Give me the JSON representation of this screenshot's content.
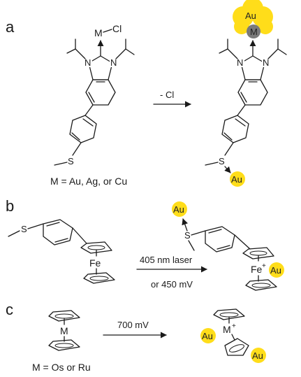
{
  "colors": {
    "gold": "#ffdd1a",
    "metal_gray": "#7a7a7a",
    "ink": "#1a1a1a"
  },
  "panel_a": {
    "letter": "a",
    "reactant": {
      "metal": "M",
      "chloride": "Cl",
      "n_left": "N",
      "n_right": "N",
      "sulfur": "S"
    },
    "arrow_label": "- Cl",
    "caption": "M = Au, Ag, or Cu",
    "product": {
      "cluster": "Au",
      "metal": "M",
      "n_left": "N",
      "n_right": "N",
      "sulfur": "S",
      "surface": "Au"
    }
  },
  "panel_b": {
    "letter": "b",
    "reactant": {
      "sulfur": "S",
      "iron": "Fe"
    },
    "arrow_label_1": "405 nm laser",
    "arrow_label_2": "or 450 mV",
    "product": {
      "surface_top": "Au",
      "sulfur": "S",
      "iron": "Fe",
      "charge": "+",
      "surface_right": "Au"
    }
  },
  "panel_c": {
    "letter": "c",
    "reactant": {
      "metal": "M"
    },
    "arrow_label": "700 mV",
    "caption": "M = Os or Ru",
    "product": {
      "surface_left": "Au",
      "metal": "M",
      "charge": "+",
      "surface_right": "Au"
    }
  }
}
